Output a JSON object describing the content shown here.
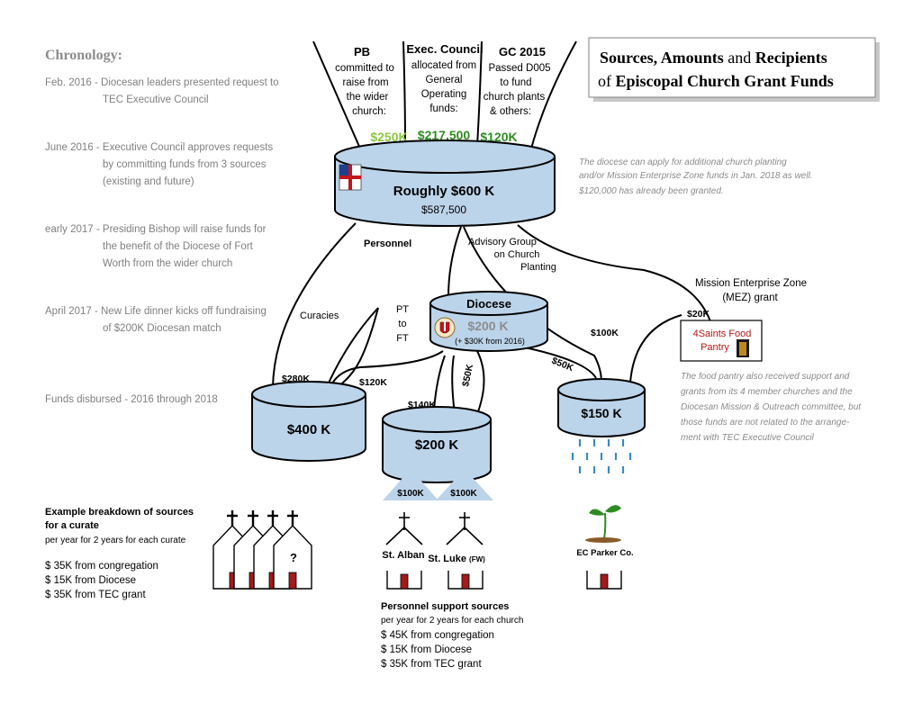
{
  "title": {
    "line1": [
      "Sources, ",
      "Amounts",
      " and ",
      "Recipients"
    ],
    "line2": [
      "of ",
      "Episcopal Church Grant Funds"
    ]
  },
  "chronology": {
    "heading": "Chronology:",
    "items": [
      {
        "lines": [
          "Feb. 2016 - Diocesan leaders presented request to",
          "TEC Executive Council"
        ]
      },
      {
        "lines": [
          "June 2016 - Executive Council approves requests",
          "by committing funds from 3 sources",
          "(existing and future)"
        ]
      },
      {
        "lines": [
          "early 2017 - Presiding Bishop will raise funds for",
          "the benefit of the Diocese of Fort",
          "Worth from the wider church"
        ]
      },
      {
        "lines": [
          "April 2017 - New Life dinner kicks off fundraising",
          "of $200K Diocesan match"
        ]
      },
      {
        "lines": [
          "Funds disbursed - 2016 through 2018"
        ]
      }
    ]
  },
  "sources": [
    {
      "heading": "PB",
      "lines": [
        "committed to",
        "raise from",
        "the wider",
        "church:"
      ],
      "amount": "$250K",
      "amount_color": "#8cc63e"
    },
    {
      "heading": "Exec. Council",
      "lines": [
        "allocated from",
        "General",
        "Operating",
        "funds:"
      ],
      "amount": "$217,500",
      "amount_color": "#2e8b22"
    },
    {
      "heading": "GC 2015",
      "lines": [
        "Passed D005",
        "to fund",
        "church plants",
        "& others:"
      ],
      "amount": "$120K",
      "amount_color": "#2e8b22"
    }
  ],
  "main_pool": {
    "label": "Roughly $600 K",
    "sub": "$587,500"
  },
  "diocese_pool": {
    "heading": "Diocese",
    "label": "$200 K",
    "sub": "(+ $30K from 2016)"
  },
  "tank_400": {
    "label": "$400 K"
  },
  "tank_200": {
    "label": "$200 K"
  },
  "tank_150": {
    "label": "$150 K"
  },
  "flow_labels": {
    "personnel": "Personnel",
    "advisory": [
      "Advisory Group",
      "on Church",
      "Planting"
    ],
    "mez": [
      "Mission Enterprise Zone",
      "(MEZ) grant"
    ],
    "curacies": "Curacies",
    "pt_ft": [
      "PT",
      "to",
      "FT"
    ],
    "a280": "$280K",
    "a120": "$120K",
    "a140": "$140K",
    "a50k_rot": "$50K",
    "a50k": "$50K",
    "a100k": "$100K",
    "a20k": "$20K",
    "a100_left": "$100K",
    "a100_right": "$100K"
  },
  "side_note": [
    "The diocese can apply for additional church planting",
    "and/or Mission Enterprise Zone funds in Jan. 2018 as well.",
    "$120,000 has already been granted."
  ],
  "food_pantry": {
    "lines": [
      "4Saints Food",
      "Pantry"
    ]
  },
  "food_note": [
    "The food pantry also received support and",
    "grants from its  4 member churches and the",
    "Diocesan Mission & Outreach committee, but",
    "those funds are not related to the arrange-",
    "ment with TEC Executive Council"
  ],
  "churches": {
    "st_alban": "St. Alban",
    "st_luke": "St. Luke",
    "st_luke_suffix": "(FW)",
    "ec_parker": "EC Parker Co.",
    "question": "?"
  },
  "curate_box": {
    "heading": [
      "Example breakdown of sources",
      "for a curate"
    ],
    "sub": "per year for 2 years  for each curate",
    "rows": [
      "$ 35K  from congregation",
      "$ 15K  from Diocese",
      "$ 35K  from TEC grant"
    ]
  },
  "personnel_box": {
    "heading": "Personnel support sources",
    "sub": "per year for 2 years for each church",
    "rows": [
      "$ 45K  from congregation",
      "$ 15K  from Diocese",
      "$ 35K  from TEC grant"
    ]
  },
  "colors": {
    "tank_fill": "#bcd4ea",
    "tank_stroke": "#000000",
    "rain": "#3a8ac0",
    "door": "#a41a1a",
    "chron_text": "#7f7f7f",
    "note_text": "#8a8a8a",
    "triangle": "#bcd4ea",
    "pantry_text": "#b01818"
  }
}
